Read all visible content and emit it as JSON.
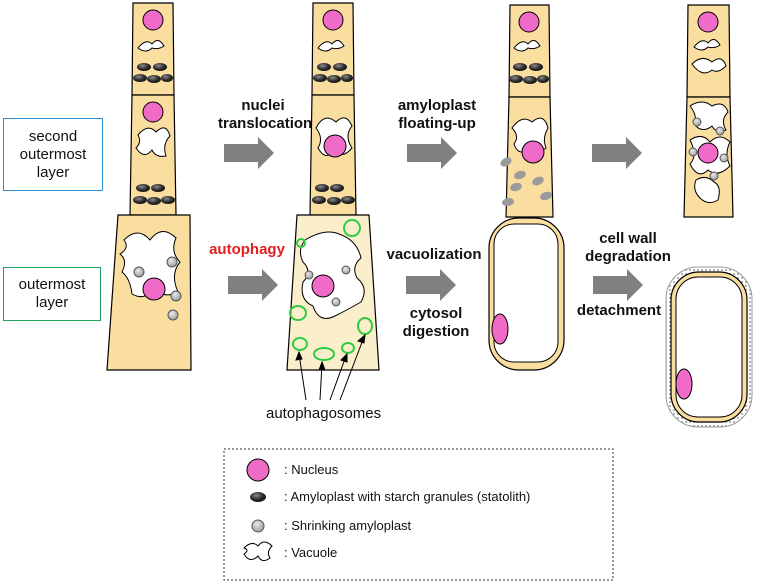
{
  "layers": {
    "second": {
      "label": "second outermost layer",
      "color": "#2e8fd0"
    },
    "outermost": {
      "label": "outermost layer",
      "color": "#22a060"
    }
  },
  "steps": {
    "nuclei": "nuclei translocation",
    "amyloplast": "amyloplast floating-up",
    "autophagy": "autophagy",
    "vacuolization": "vacuolization",
    "cytosol": "cytosol digestion",
    "cellwall": "cell wall degradation",
    "detachment": "detachment"
  },
  "annotation": {
    "autophagosomes": "autophagosomes"
  },
  "legend": {
    "nucleus": ": Nucleus",
    "amyloplast": ": Amyloplast with starch granules (statolith)",
    "shrinking": ": Shrinking amyloplast",
    "vacuole": ": Vacuole"
  },
  "colors": {
    "cell_fill": "#f9dea0",
    "digested_fill": "#fbeecb",
    "nucleus": "#f06ac8",
    "autophagosome": "#2ecc40",
    "arrow": "#808080",
    "autophagy_text": "#e02020",
    "starch": "#2a2a2a",
    "shrinking": "#b8b8b8"
  }
}
